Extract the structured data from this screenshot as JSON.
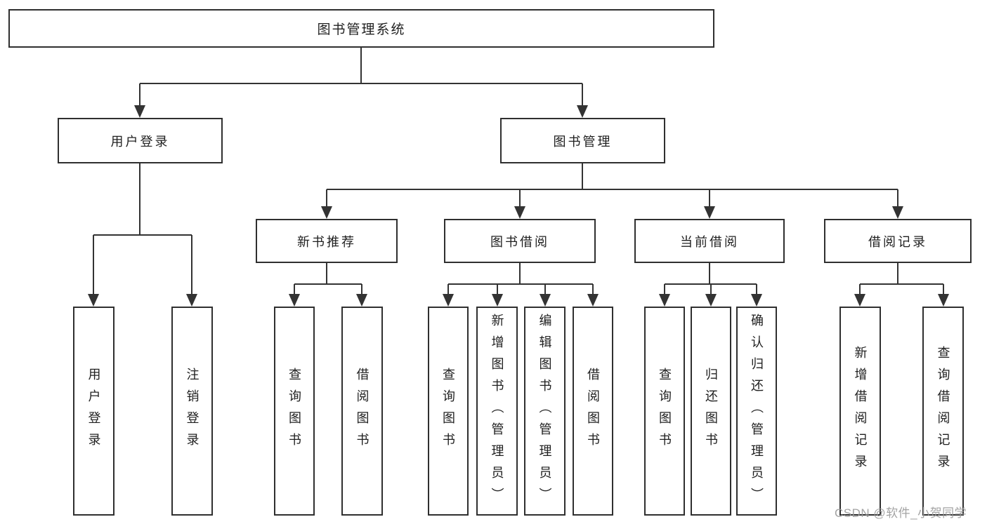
{
  "tree": {
    "root": {
      "label": "图书管理系统",
      "children": [
        {
          "label": "用户登录",
          "children": [
            {
              "label": "用户登录"
            },
            {
              "label": "注销登录"
            }
          ]
        },
        {
          "label": "图书管理",
          "children": [
            {
              "label": "新书推荐",
              "children": [
                {
                  "label": "查询图书"
                },
                {
                  "label": "借阅图书"
                }
              ]
            },
            {
              "label": "图书借阅",
              "children": [
                {
                  "label": "查询图书"
                },
                {
                  "label": "新增图书（管理员）"
                },
                {
                  "label": "编辑图书（管理员）"
                },
                {
                  "label": "借阅图书"
                }
              ]
            },
            {
              "label": "当前借阅",
              "children": [
                {
                  "label": "查询图书"
                },
                {
                  "label": "归还图书"
                },
                {
                  "label": "确认归还（管理员）"
                }
              ]
            },
            {
              "label": "借阅记录",
              "children": [
                {
                  "label": "新增借阅记录"
                },
                {
                  "label": "查询借阅记录"
                }
              ]
            }
          ]
        }
      ]
    }
  },
  "watermark": "CSDN @软件_小贺同学",
  "colors": {
    "line": "#333333",
    "box_border": "#2f2f2f",
    "text": "#1f1f1f",
    "watermark_text": "#9b9b9b",
    "background": "#ffffff"
  }
}
